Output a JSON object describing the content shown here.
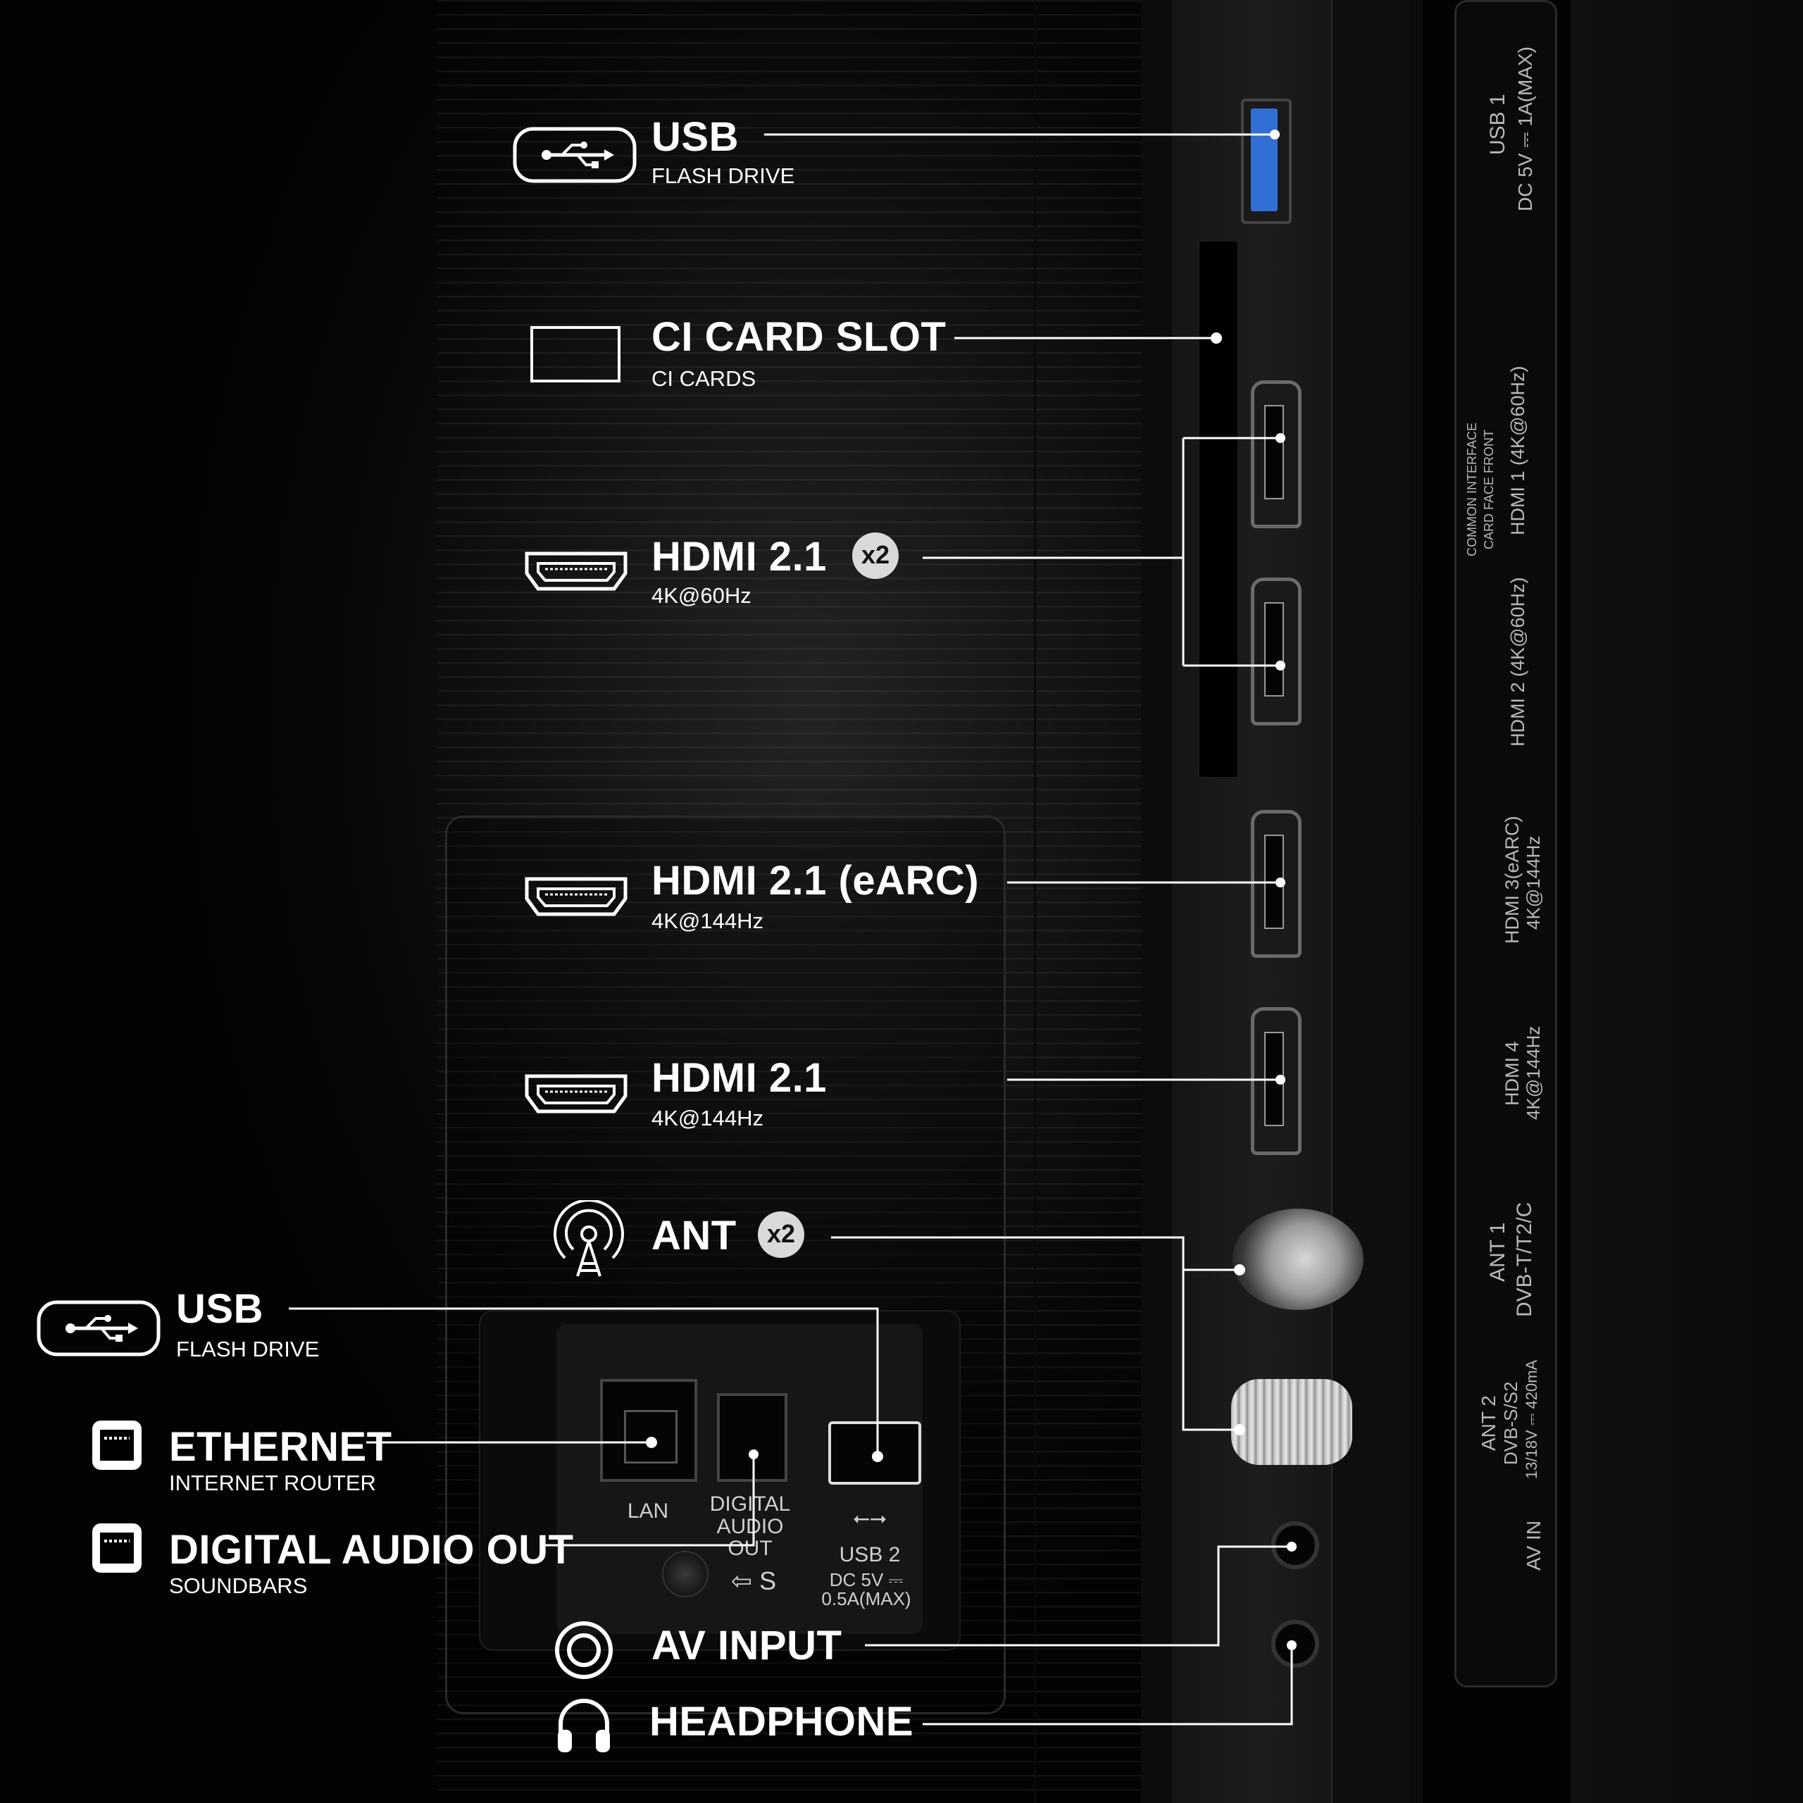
{
  "callouts": {
    "usb_top": {
      "title": "USB",
      "sub": "FLASH DRIVE"
    },
    "ci": {
      "title": "CI CARD SLOT",
      "sub": "CI CARDS"
    },
    "hdmi_x2": {
      "title": "HDMI 2.1",
      "sub": "4K@60Hz",
      "badge": "x2"
    },
    "hdmi_earc": {
      "title": "HDMI 2.1 (eARC)",
      "sub": "4K@144Hz"
    },
    "hdmi_4": {
      "title": "HDMI 2.1",
      "sub": "4K@144Hz"
    },
    "ant": {
      "title": "ANT",
      "badge": "x2"
    },
    "usb_bottom": {
      "title": "USB",
      "sub": "FLASH DRIVE"
    },
    "ethernet": {
      "title": "ETHERNET",
      "sub": "INTERNET ROUTER"
    },
    "digital_audio": {
      "title": "DIGITAL AUDIO OUT",
      "sub": "SOUNDBARS"
    },
    "av_input": {
      "title": "AV INPUT"
    },
    "headphone": {
      "title": "HEADPHONE"
    }
  },
  "panel_print": {
    "lan": "LAN",
    "digital_audio_out": [
      "DIGITAL",
      "AUDIO OUT"
    ],
    "usb2": "USB 2",
    "usb2_power": "DC 5V ⎓ 0.5A(MAX)",
    "arrow_s": "⇦ S"
  },
  "side_print": {
    "usb1": "USB 1",
    "usb1_power": "DC 5V ⎓ 1A(MAX)",
    "ci_1": "COMMON INTERFACE",
    "ci_2": "CARD FACE FRONT",
    "hdmi1": "HDMI 1 (4K@60Hz)",
    "hdmi2": "HDMI 2 (4K@60Hz)",
    "hdmi3": "HDMI 3(eARC)",
    "hdmi3_rate": "4K@144Hz",
    "hdmi4": "HDMI 4",
    "hdmi4_rate": "4K@144Hz",
    "ant1": "ANT 1",
    "ant1_std": "DVB-T/T2/C",
    "ant2": "ANT 2",
    "ant2_std": "DVB-S/S2",
    "ant2_power": "13/18V ⎓ 420mA",
    "av_in": "AV IN"
  },
  "colors": {
    "line": "#ffffff",
    "badge": "#d9d9d9",
    "usb_blue": "#2f6fd6"
  }
}
